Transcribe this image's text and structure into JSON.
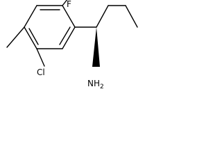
{
  "molecule": {
    "atoms": {
      "fluorine": "F",
      "chlorine": "Cl",
      "amine": "NH",
      "amine_subscript": "2"
    }
  }
}
